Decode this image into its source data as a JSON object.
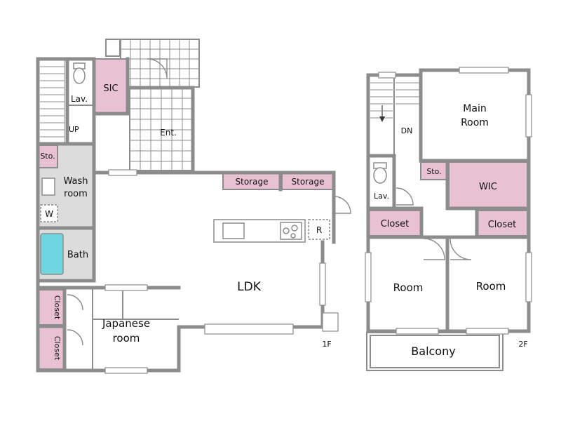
{
  "floor1": {
    "label": "1F",
    "rooms": {
      "sic": "SIC",
      "lav": "Lav.",
      "up": "UP",
      "entrance": "Ent.",
      "storage_small": "Sto.",
      "wash_room_line1": "Wash",
      "wash_room_line2": "room",
      "washer": "W",
      "bath": "Bath",
      "storage_a": "Storage",
      "storage_b": "Storage",
      "fridge": "R",
      "ldk": "LDK",
      "closet_a": "Closet",
      "closet_b": "Closet",
      "japanese_line1": "Japanese",
      "japanese_line2": "room"
    }
  },
  "floor2": {
    "label": "2F",
    "rooms": {
      "down": "DN",
      "main_room_line1": "Main",
      "main_room_line2": "Room",
      "storage_small": "Sto.",
      "wic": "WIC",
      "lav": "Lav.",
      "closet_a": "Closet",
      "closet_b": "Closet",
      "room_a": "Room",
      "room_b": "Room",
      "balcony": "Balcony"
    }
  },
  "colors": {
    "storage_fill": "#e8c2d3",
    "wet_area_fill": "#dcdcdc",
    "bathtub_fill": "#6fd6e0",
    "wall": "#8c8c8c"
  }
}
